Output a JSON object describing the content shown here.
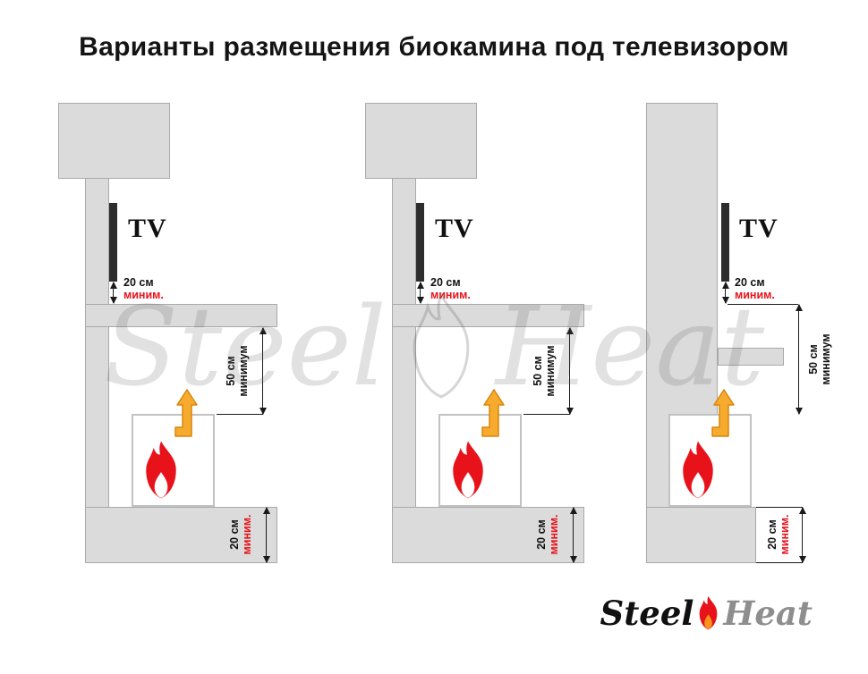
{
  "title": "Варианты размещения биокамина под телевизором",
  "colors": {
    "wall_gray": "#dbdbdb",
    "wall_border": "#a9a9a9",
    "accent_red": "#e8121b",
    "flame_red": "#e8121b",
    "flame_core_orange": "#f7941d",
    "arrow_orange": "#f6ab2f",
    "tv_black": "#2d2d2d",
    "watermark_gray": "#d9d9d9"
  },
  "watermark": {
    "steel": "Steel",
    "heat": "Heat"
  },
  "logo": {
    "steel": "Steel",
    "heat": "Heat"
  },
  "diagrams": [
    {
      "name": "variant-1",
      "tv": "TV",
      "top_dim": {
        "value": "20 см",
        "qual": "миним."
      },
      "mid_dim": {
        "value": "50 см",
        "qual": "минимум"
      },
      "bottom_dim": {
        "value": "20 см",
        "qual": "миним."
      }
    },
    {
      "name": "variant-2",
      "tv": "TV",
      "top_dim": {
        "value": "20 см",
        "qual": "миним."
      },
      "mid_dim": {
        "value": "50 см",
        "qual": "минимум"
      },
      "bottom_dim": {
        "value": "20 см",
        "qual": "миним."
      }
    },
    {
      "name": "variant-3",
      "tv": "TV",
      "top_dim": {
        "value": "20 см",
        "qual": "миним."
      },
      "mid_dim": {
        "value": "50 см",
        "qual": "минимум"
      },
      "bottom_dim": {
        "value": "20 см",
        "qual": "миним."
      }
    }
  ]
}
